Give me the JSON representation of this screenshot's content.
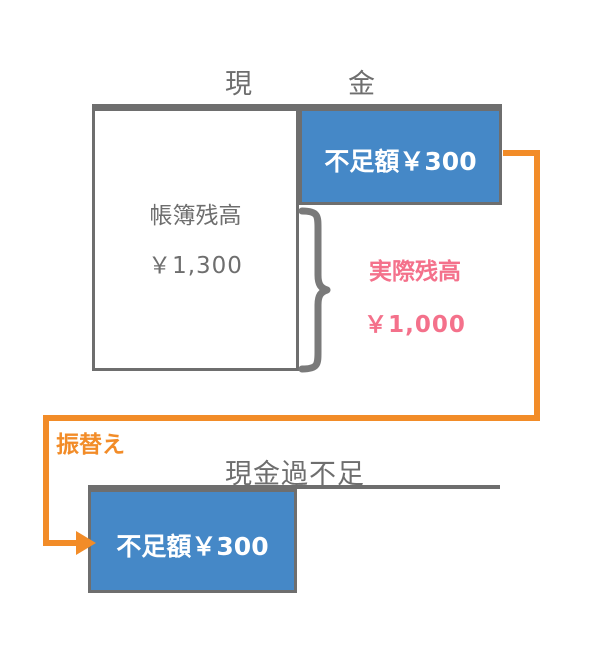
{
  "diagram": {
    "title_top": "現　　金",
    "title_bottom": "現金過不足",
    "accent_blue": "#4588c7",
    "accent_orange": "#f28c28",
    "accent_pink": "#f4718b",
    "accent_gray": "#6e6e6e"
  },
  "cash_account": {
    "name": "現　　金",
    "debit_cell": {
      "label": "帳簿残高",
      "amount": "￥1,300"
    },
    "credit_cell": {
      "label": "不足額￥300"
    },
    "brace_note": {
      "label": "実際残高",
      "amount": "￥1,000"
    }
  },
  "transfer": {
    "label": "振替え"
  },
  "shortage_account": {
    "name": "現金過不足",
    "debit_cell": {
      "label": "不足額￥300"
    }
  }
}
